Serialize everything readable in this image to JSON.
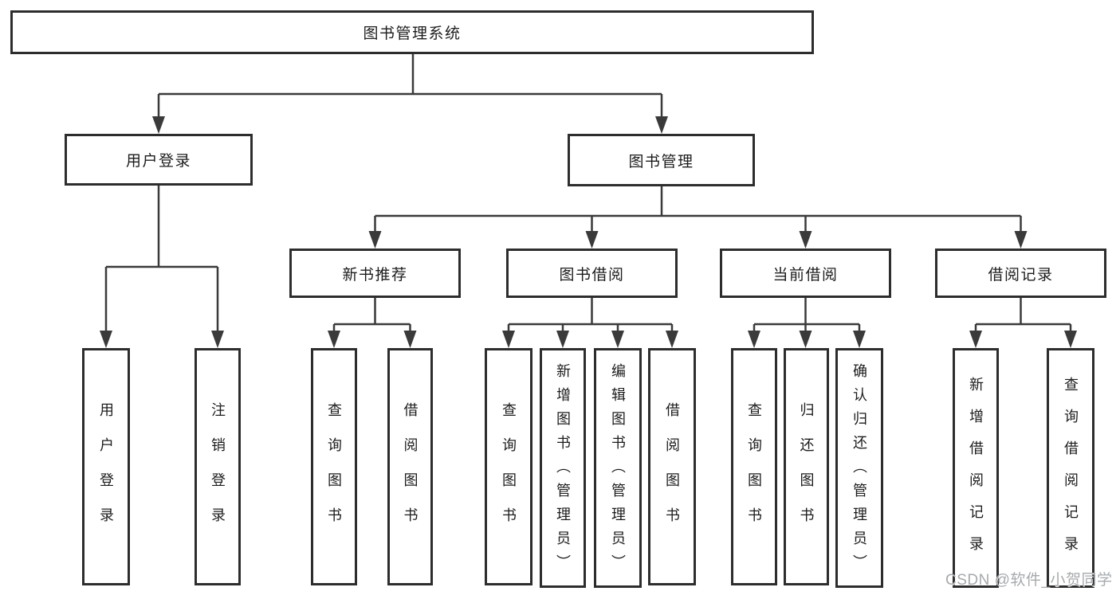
{
  "diagram": {
    "root": {
      "label": "图书管理系统",
      "children": [
        {
          "label": "用户登录",
          "children": [
            {
              "label": "用户登录"
            },
            {
              "label": "注销登录"
            }
          ]
        },
        {
          "label": "图书管理",
          "children": [
            {
              "label": "新书推荐",
              "children": [
                {
                  "label": "查询图书"
                },
                {
                  "label": "借阅图书"
                }
              ]
            },
            {
              "label": "图书借阅",
              "children": [
                {
                  "label": "查询图书"
                },
                {
                  "label": "新增图书（管理员）"
                },
                {
                  "label": "编辑图书（管理员）"
                },
                {
                  "label": "借阅图书"
                }
              ]
            },
            {
              "label": "当前借阅",
              "children": [
                {
                  "label": "查询图书"
                },
                {
                  "label": "归还图书"
                },
                {
                  "label": "确认归还（管理员）"
                }
              ]
            },
            {
              "label": "借阅记录",
              "children": [
                {
                  "label": "新增借阅记录"
                },
                {
                  "label": "查询借阅记录"
                }
              ]
            }
          ]
        }
      ]
    },
    "colors": {
      "line": "#3a3a3a",
      "box_border": "#2d2d2d",
      "text": "#1c1c1c",
      "background": "#ffffff",
      "watermark": "#a6aaad"
    }
  },
  "watermark": {
    "text": "CSDN @软件_小贺同学"
  }
}
